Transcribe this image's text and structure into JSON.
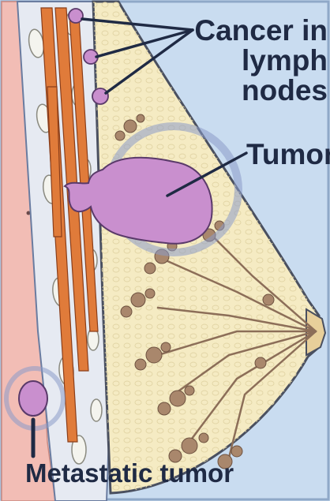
{
  "labels": {
    "lymph_lines": [
      "Cancer in",
      "lymph",
      "nodes"
    ],
    "tumor": "Tumor",
    "metastatic": "Metastatic tumor"
  },
  "colors": {
    "background": "#c9dcf0",
    "skin": "#f2bdb5",
    "muscle": "#e07b3a",
    "breast_fat": "#f5ebc3",
    "tumor": "#c98fce",
    "outline": "#3c4a66",
    "lobules": "#8c6e58",
    "highlight_ring": "#8a9bc9"
  }
}
